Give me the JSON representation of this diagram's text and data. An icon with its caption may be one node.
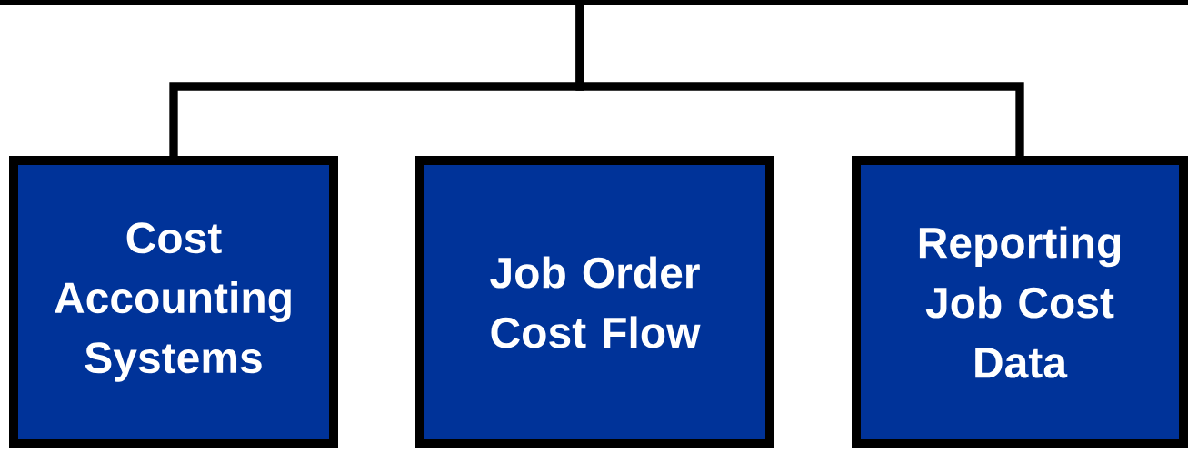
{
  "diagram": {
    "nodes": [
      {
        "text": [],
        "shape": "bar"
      },
      {
        "text": [
          "Cost Accounting Systems"
        ]
      },
      {
        "text": [
          "Job Order Cost Flow"
        ]
      },
      {
        "text": [
          "Reporting Job Cost Data"
        ]
      }
    ],
    "edges": [
      {
        "from": 0,
        "to": 1,
        "arrow": "none"
      },
      {
        "from": 0,
        "to": 3,
        "arrow": "none"
      }
    ]
  }
}
